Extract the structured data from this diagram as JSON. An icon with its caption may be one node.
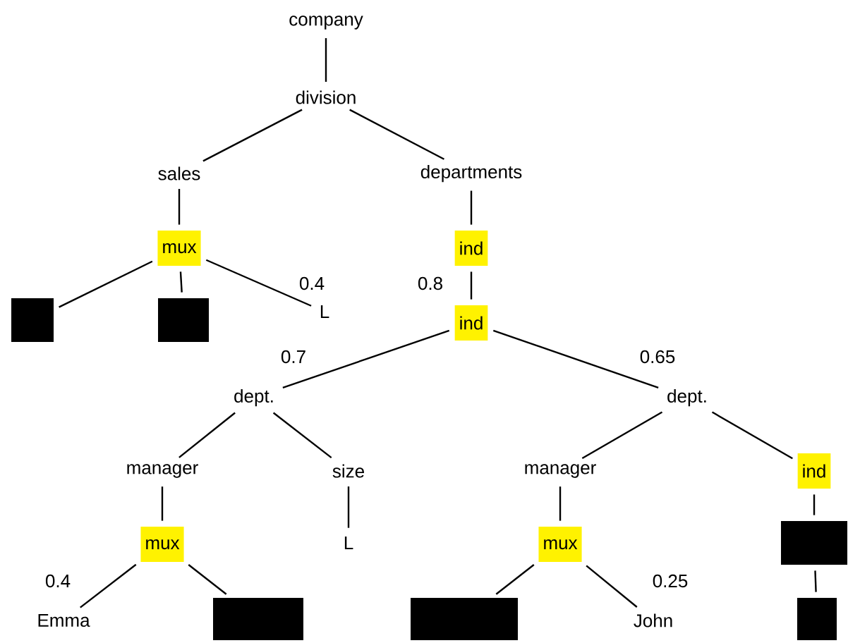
{
  "diagram": {
    "nodes": [
      {
        "text": [
          "company"
        ]
      },
      {
        "text": [
          "division"
        ]
      },
      {
        "text": [
          "sales"
        ]
      },
      {
        "text": [
          "departments"
        ]
      },
      {
        "text": [
          "mux"
        ]
      },
      {
        "text": [],
        "shape": "box"
      },
      {
        "text": [],
        "shape": "box"
      },
      {
        "text": [
          "L"
        ]
      },
      {
        "text": [
          "ind"
        ]
      },
      {
        "text": [
          "ind"
        ]
      },
      {
        "text": [
          "dept."
        ]
      },
      {
        "text": [
          "dept."
        ]
      },
      {
        "text": [
          "manager"
        ]
      },
      {
        "text": [
          "size"
        ]
      },
      {
        "text": [
          "mux"
        ]
      },
      {
        "text": [
          "Emma"
        ]
      },
      {
        "text": [],
        "shape": "box"
      },
      {
        "text": [
          "manager"
        ]
      },
      {
        "text": [
          "mux"
        ]
      },
      {
        "text": [],
        "shape": "box"
      },
      {
        "text": [
          "John"
        ]
      },
      {
        "text": [
          "ind"
        ]
      },
      {
        "text": [],
        "shape": "box"
      },
      {
        "text": [],
        "shape": "box"
      },
      {
        "text": [
          "L"
        ]
      }
    ],
    "edges": [
      {
        "from": 0,
        "to": 1,
        "arrow": "none"
      },
      {
        "from": 1,
        "to": 2,
        "arrow": "none"
      },
      {
        "from": 1,
        "to": 3,
        "arrow": "none"
      },
      {
        "from": 2,
        "to": 4,
        "arrow": "none"
      },
      {
        "from": 4,
        "to": 5,
        "arrow": "none"
      },
      {
        "from": 4,
        "to": 6,
        "arrow": "none"
      },
      {
        "from": 4,
        "to": 7,
        "arrow": "none",
        "label": "0.4"
      },
      {
        "from": 3,
        "to": 8,
        "arrow": "none"
      },
      {
        "from": 8,
        "to": 9,
        "arrow": "none",
        "label": "0.8"
      },
      {
        "from": 9,
        "to": 10,
        "arrow": "none",
        "label": "0.7"
      },
      {
        "from": 9,
        "to": 11,
        "arrow": "none",
        "label": "0.65"
      },
      {
        "from": 10,
        "to": 12,
        "arrow": "none"
      },
      {
        "from": 10,
        "to": 13,
        "arrow": "none"
      },
      {
        "from": 12,
        "to": 14,
        "arrow": "none"
      },
      {
        "from": 14,
        "to": 15,
        "arrow": "none",
        "label": "0.4"
      },
      {
        "from": 14,
        "to": 16,
        "arrow": "none"
      },
      {
        "from": 11,
        "to": 17,
        "arrow": "none"
      },
      {
        "from": 11,
        "to": 21,
        "arrow": "none"
      },
      {
        "from": 17,
        "to": 18,
        "arrow": "none"
      },
      {
        "from": 18,
        "to": 19,
        "arrow": "none"
      },
      {
        "from": 18,
        "to": 20,
        "arrow": "none",
        "label": "0.25"
      },
      {
        "from": 21,
        "to": 22,
        "arrow": "none"
      },
      {
        "from": 22,
        "to": 23,
        "arrow": "none"
      },
      {
        "from": 13,
        "to": 24,
        "arrow": "none"
      }
    ]
  }
}
